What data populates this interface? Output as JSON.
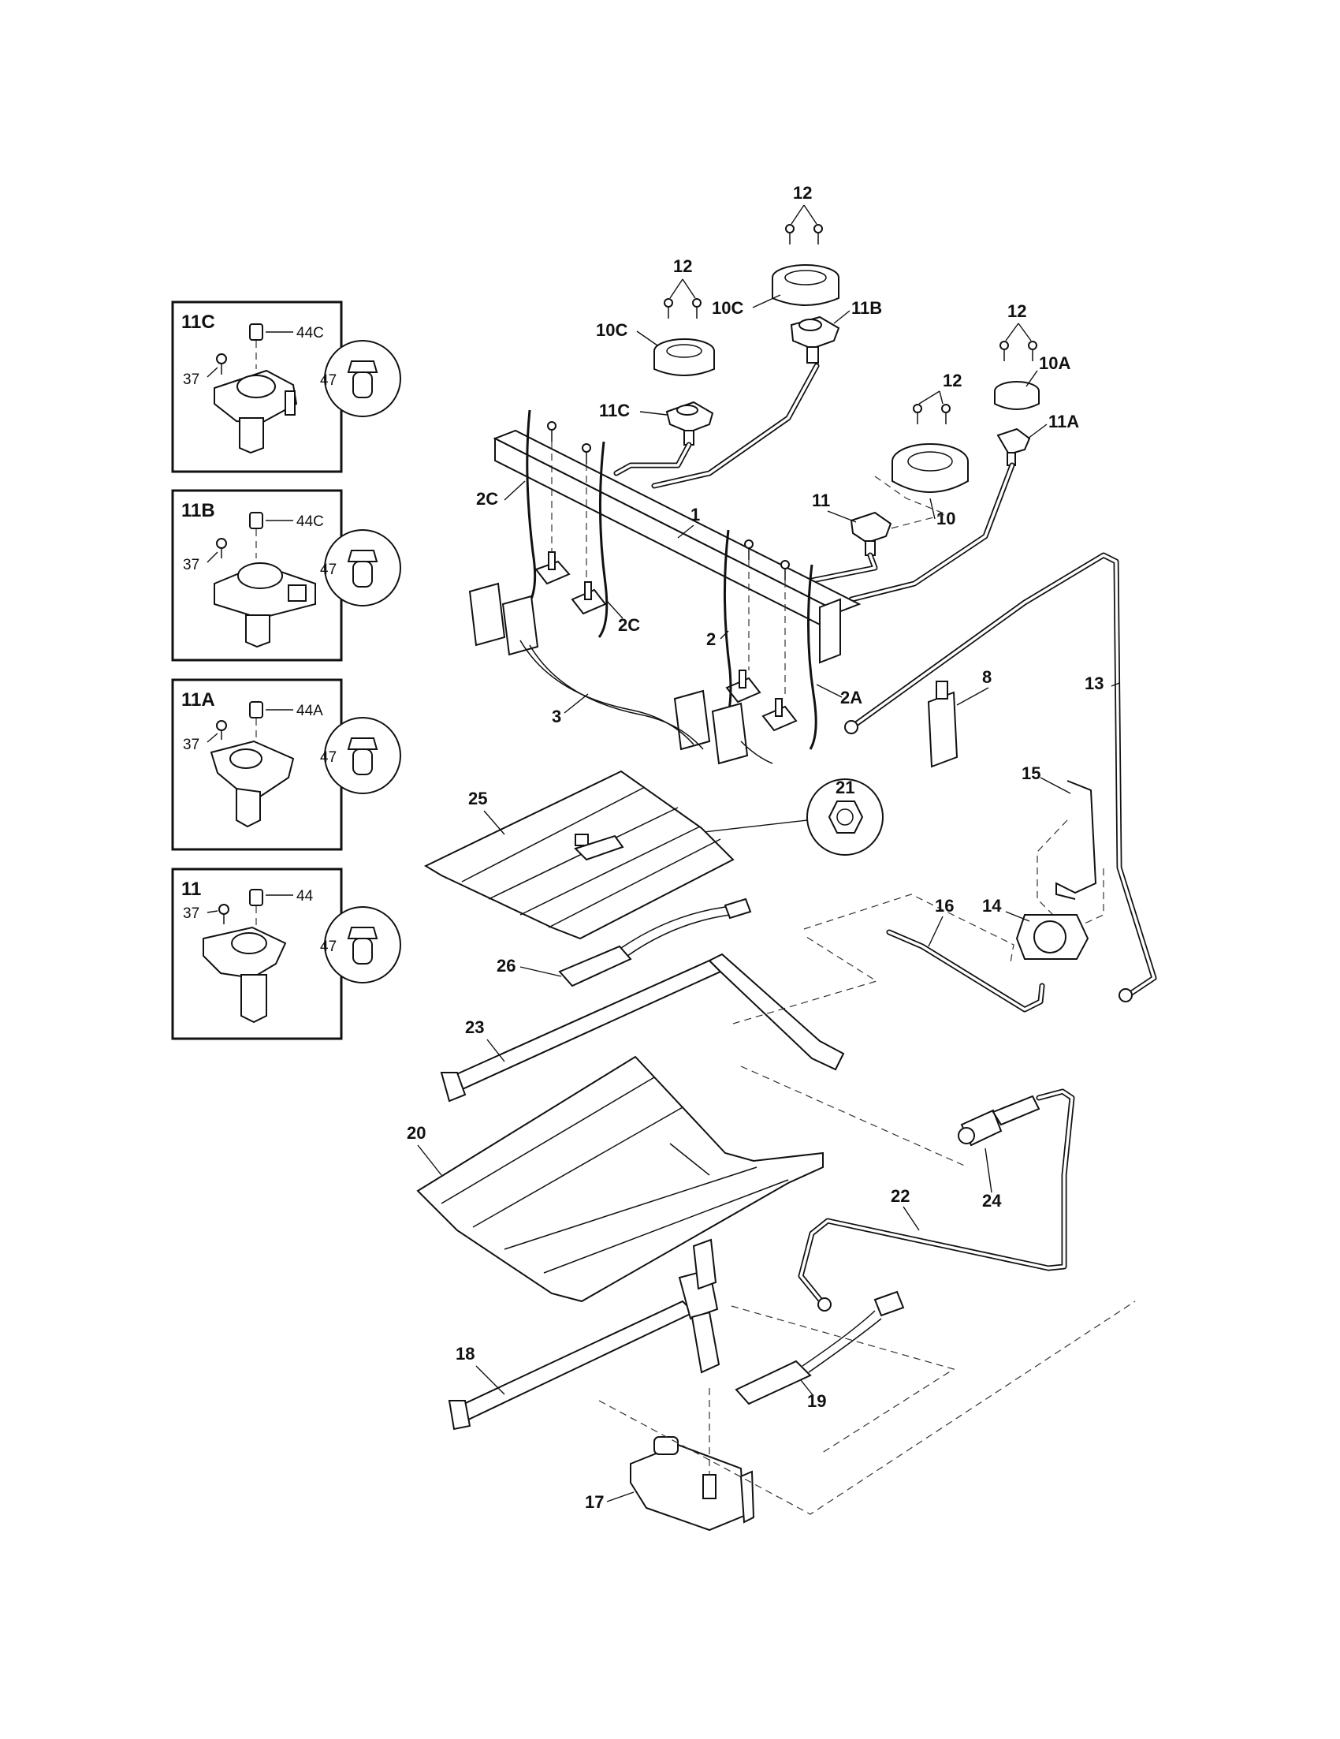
{
  "insets": [
    {
      "id": "11C",
      "screw": "37",
      "cap": "44C",
      "jet": "47"
    },
    {
      "id": "11B",
      "screw": "37",
      "cap": "44C",
      "jet": "47"
    },
    {
      "id": "11A",
      "screw": "37",
      "cap": "44A",
      "jet": "47"
    },
    {
      "id": "11",
      "screw": "37",
      "cap": "44",
      "jet": "47"
    }
  ],
  "callouts": {
    "screws_10c_left": "12",
    "screws_10c_top": "12",
    "screws_10a": "12",
    "screws_10": "12",
    "burner_10c_left": "10C",
    "burner_10c_top": "10C",
    "burner_10a": "10A",
    "burner_10": "10",
    "head_11c": "11C",
    "head_11b": "11B",
    "head_11a": "11A",
    "head_11": "11",
    "manifold": "1",
    "valve_2c_a": "2C",
    "valve_2c_b": "2C",
    "valve_2": "2",
    "valve_2a": "2A",
    "harness": "3",
    "switch": "8",
    "tube_13": "13",
    "bracket": "15",
    "regulator": "14",
    "tube_16": "16",
    "nut": "21",
    "bake_baffle": "25",
    "bake_igniter": "26",
    "bake_burner": "23",
    "orifice_holder": "24",
    "broil_baffle": "20",
    "tube_22": "22",
    "broil_burner": "18",
    "broil_igniter": "19",
    "oven_valve": "17"
  }
}
